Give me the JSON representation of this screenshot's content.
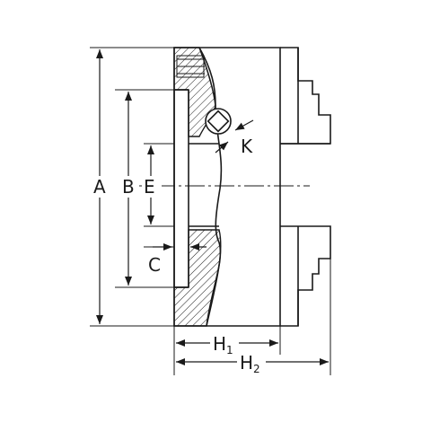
{
  "labels": {
    "A": "A",
    "B": "B",
    "E": "E",
    "C": "C",
    "K": "K",
    "H1_main": "H",
    "H1_sub": "1",
    "H2_main": "H",
    "H2_sub": "2"
  },
  "colors": {
    "line": "#1a1a1a",
    "hatch": "#1a1a1a",
    "background": "#ffffff"
  }
}
